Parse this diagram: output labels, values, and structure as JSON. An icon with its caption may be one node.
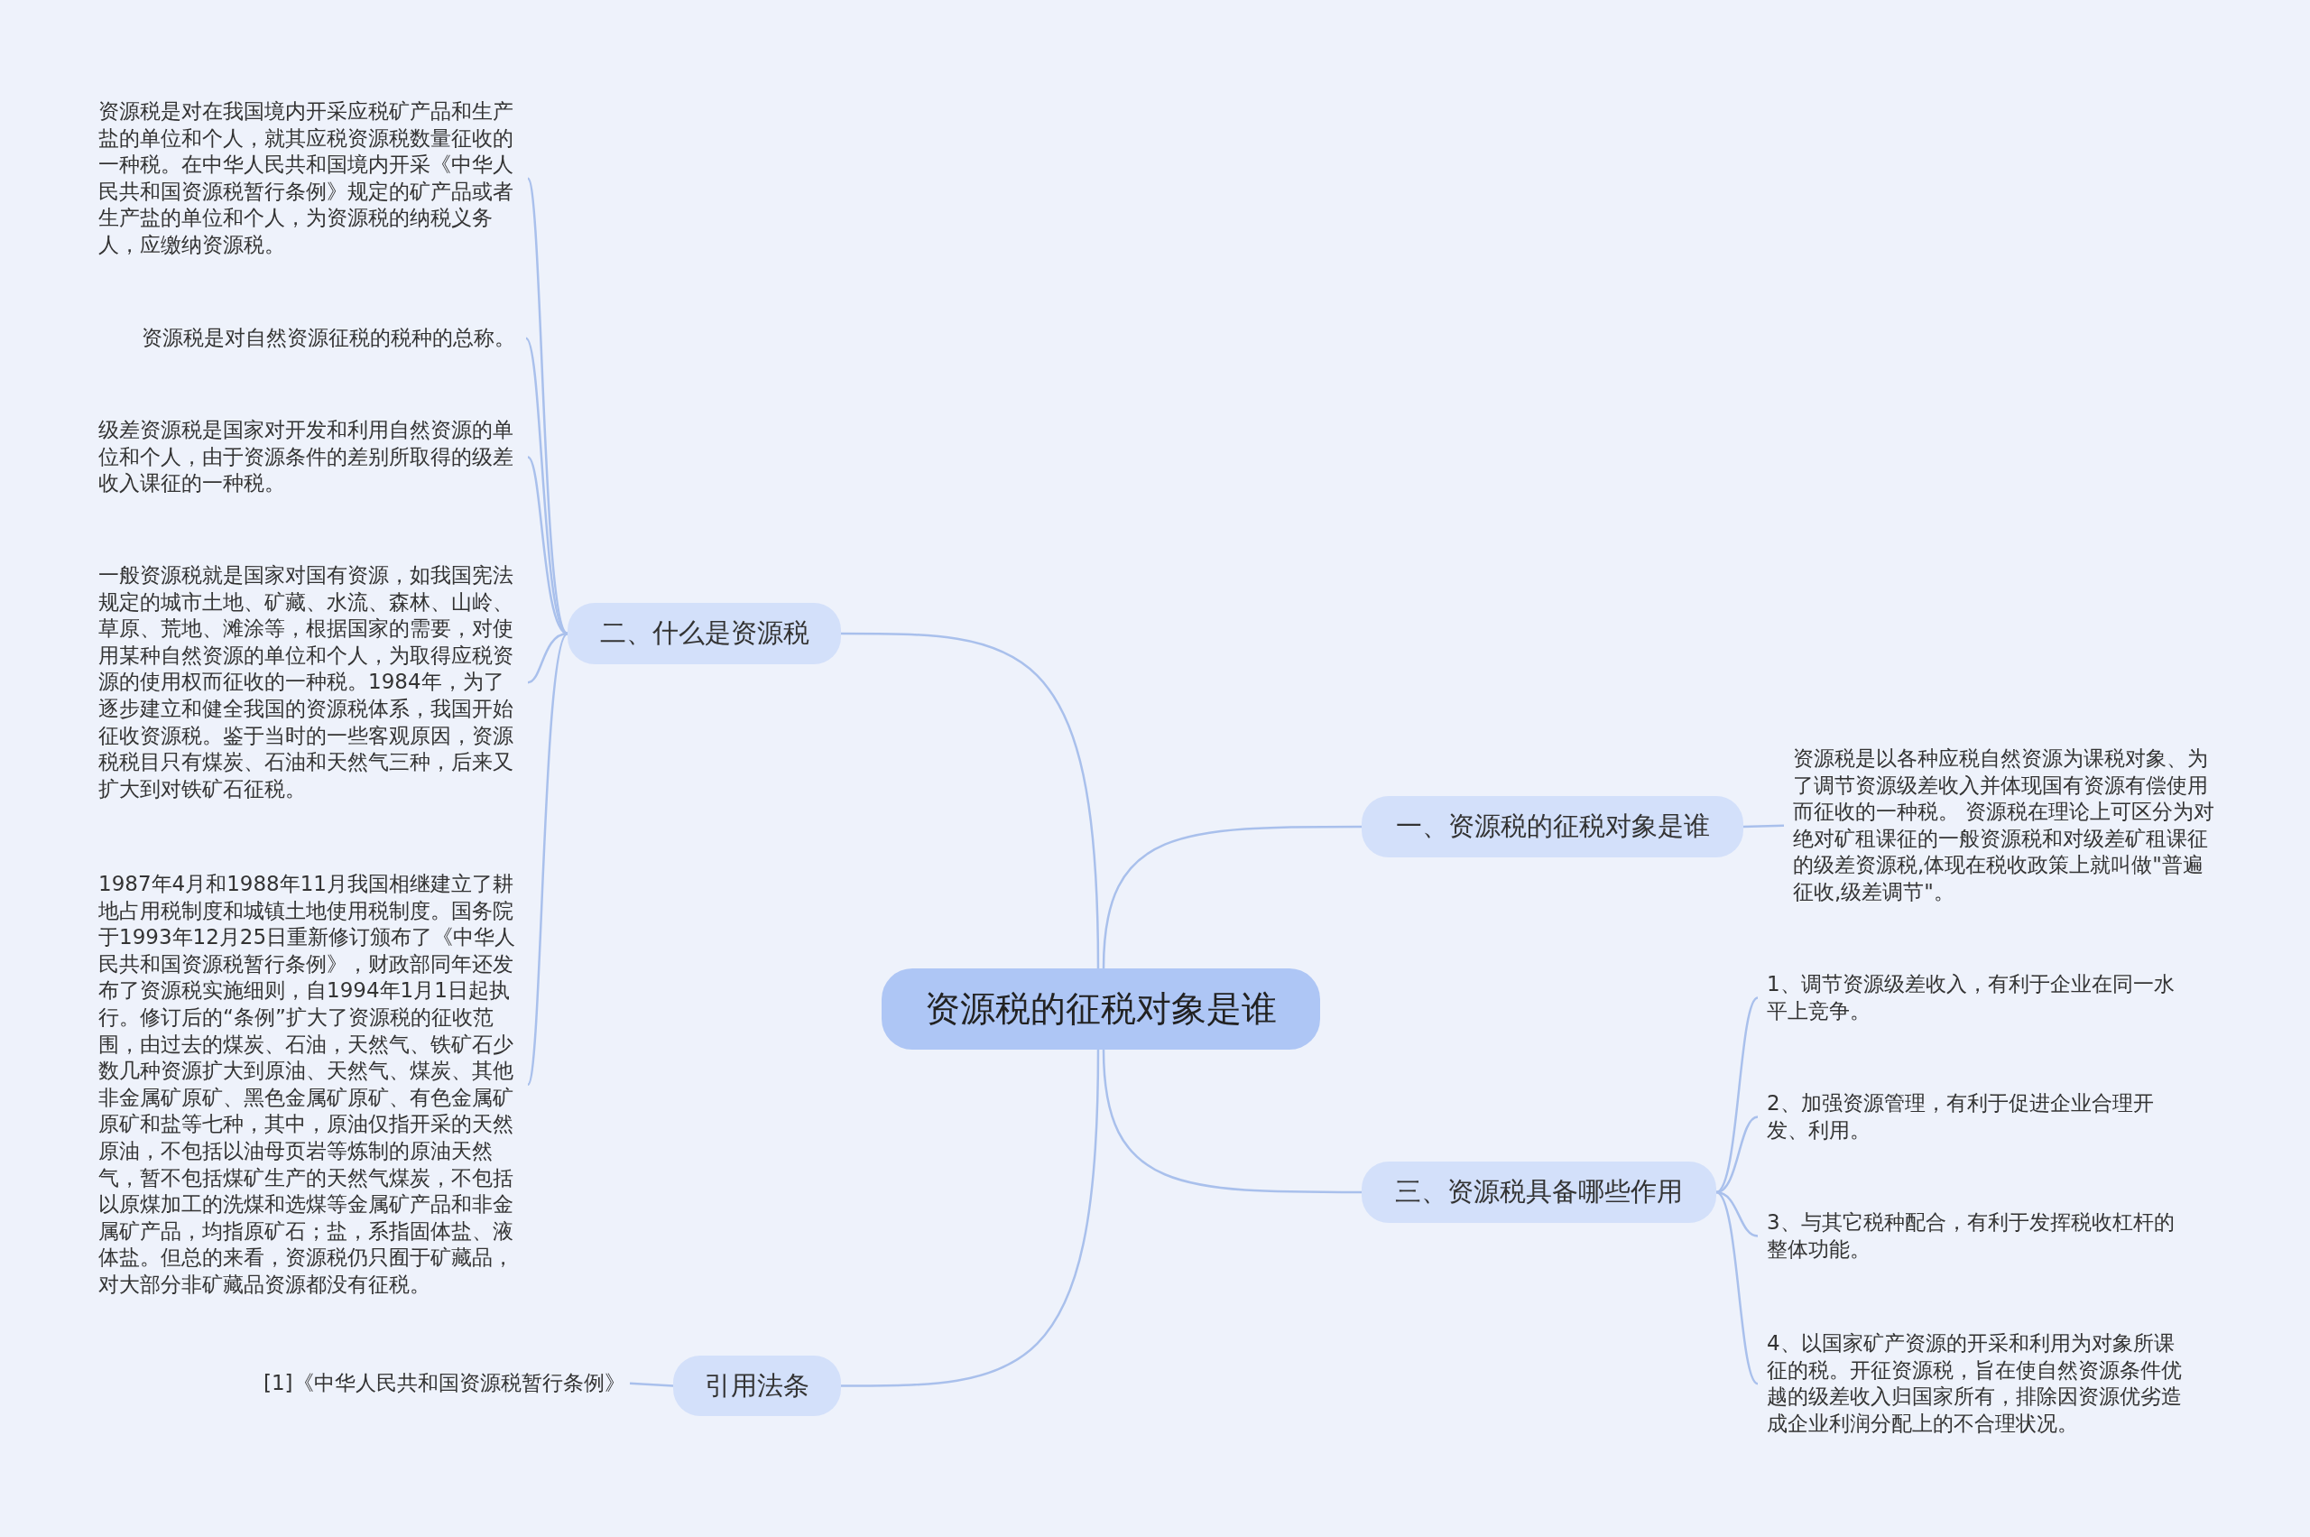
{
  "diagram": {
    "nodes": [
      {
        "text": [
          "资源税的征税对象是谁"
        ]
      },
      {
        "text": [
          "一、资源税的征税对象是谁"
        ]
      },
      {
        "text": [
          "资源税是以各种应税自然资源为课税对象、为了调节资源级差收入并体现国有资源有偿使用而征收的一种税。 资源税在理论上可区分为对绝对矿租课征的一般资源税和对级差矿租课征的级差资源税,体现在税收政策上就叫做\"普遍征收,级差调节\"。"
        ]
      },
      {
        "text": [
          "三、资源税具备哪些作用"
        ]
      },
      {
        "text": [
          "1、调节资源级差收入，有利于企业在同一水平上竞争。"
        ]
      },
      {
        "text": [
          "2、加强资源管理，有利于促进企业合理开发、利用。"
        ]
      },
      {
        "text": [
          "3、与其它税种配合，有利于发挥税收杠杆的整体功能。"
        ]
      },
      {
        "text": [
          "4、以国家矿产资源的开采和利用为对象所课征的税。开征资源税，旨在使自然资源条件优越的级差收入归国家所有，排除因资源优劣造成企业利润分配上的不合理状况。"
        ]
      },
      {
        "text": [
          "二、什么是资源税"
        ]
      },
      {
        "text": [
          "资源税是对在我国境内开采应税矿产品和生产盐的单位和个人，就其应税资源税数量征收的一种税。在中华人民共和国境内开采《中华人民共和国资源税暂行条例》规定的矿产品或者生产盐的单位和个人，为资源税的纳税义务人，应缴纳资源税。"
        ]
      },
      {
        "text": [
          "资源税是对自然资源征税的税种的总称。"
        ]
      },
      {
        "text": [
          "级差资源税是国家对开发和利用自然资源的单位和个人，由于资源条件的差别所取得的级差收入课征的一种税。"
        ]
      },
      {
        "text": [
          "一般资源税就是国家对国有资源，如我国宪法规定的城市土地、矿藏、水流、森林、山岭、草原、荒地、滩涂等，根据国家的需要，对使用某种自然资源的单位和个人，为取得应税资源的使用权而征收的一种税。1984年，为了逐步建立和健全我国的资源税体系，我国开始征收资源税。鉴于当时的一些客观原因，资源税税目只有煤炭、石油和天然气三种，后来又扩大到对铁矿石征税。"
        ]
      },
      {
        "text": [
          "1987年4月和1988年11月我国相继建立了耕地占用税制度和城镇土地使用税制度。国务院于1993年12月25日重新修订颁布了《中华人民共和国资源税暂行条例》，财政部同年还发布了资源税实施细则，自1994年1月1日起执行。修订后的“条例”扩大了资源税的征收范围，由过去的煤炭、石油，天然气、铁矿石少数几种资源扩大到原油、天然气、煤炭、其他非金属矿原矿、黑色金属矿原矿、有色金属矿原矿和盐等七种，其中，原油仅指开采的天然原油，不包括以油母页岩等炼制的原油天然气，暂不包括煤矿生产的天然气煤炭，不包括以原煤加工的洗煤和选煤等金属矿产品和非金属矿产品，均指原矿石；盐，系指固体盐、液体盐。但总的来看，资源税仍只囿于矿藏品，对大部分非矿藏品资源都没有征税。"
        ]
      },
      {
        "text": [
          "引用法条"
        ]
      },
      {
        "text": [
          "[1]《中华人民共和国资源税暂行条例》"
        ]
      }
    ],
    "edges": [
      {
        "from": 0,
        "to": 1,
        "arrow": "none"
      },
      {
        "from": 1,
        "to": 2,
        "arrow": "none"
      },
      {
        "from": 0,
        "to": 3,
        "arrow": "none"
      },
      {
        "from": 3,
        "to": 4,
        "arrow": "none"
      },
      {
        "from": 3,
        "to": 5,
        "arrow": "none"
      },
      {
        "from": 3,
        "to": 6,
        "arrow": "none"
      },
      {
        "from": 3,
        "to": 7,
        "arrow": "none"
      },
      {
        "from": 0,
        "to": 8,
        "arrow": "none"
      },
      {
        "from": 8,
        "to": 9,
        "arrow": "none"
      },
      {
        "from": 8,
        "to": 10,
        "arrow": "none"
      },
      {
        "from": 8,
        "to": 11,
        "arrow": "none"
      },
      {
        "from": 8,
        "to": 12,
        "arrow": "none"
      },
      {
        "from": 8,
        "to": 13,
        "arrow": "none"
      },
      {
        "from": 0,
        "to": 14,
        "arrow": "none"
      },
      {
        "from": 14,
        "to": 15,
        "arrow": "none"
      }
    ]
  }
}
